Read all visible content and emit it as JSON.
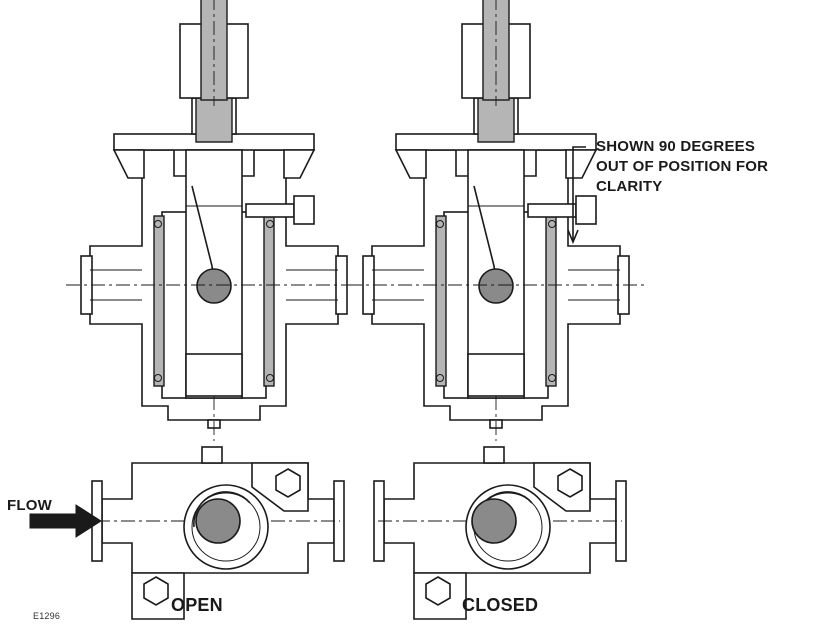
{
  "labels": {
    "note_lines": [
      "SHOWN 90 DEGREES",
      "OUT OF POSITION FOR",
      "CLARITY"
    ],
    "flow": "FLOW",
    "open": "OPEN",
    "closed": "CLOSED",
    "figure_id": "E1296"
  },
  "colors": {
    "line": "#1a1a1a",
    "shading_dark": "#8a8a8a",
    "shading_light": "#b5b5b5",
    "background": "#ffffff"
  },
  "icons": {
    "flow_arrow": "arrow-right-icon"
  }
}
